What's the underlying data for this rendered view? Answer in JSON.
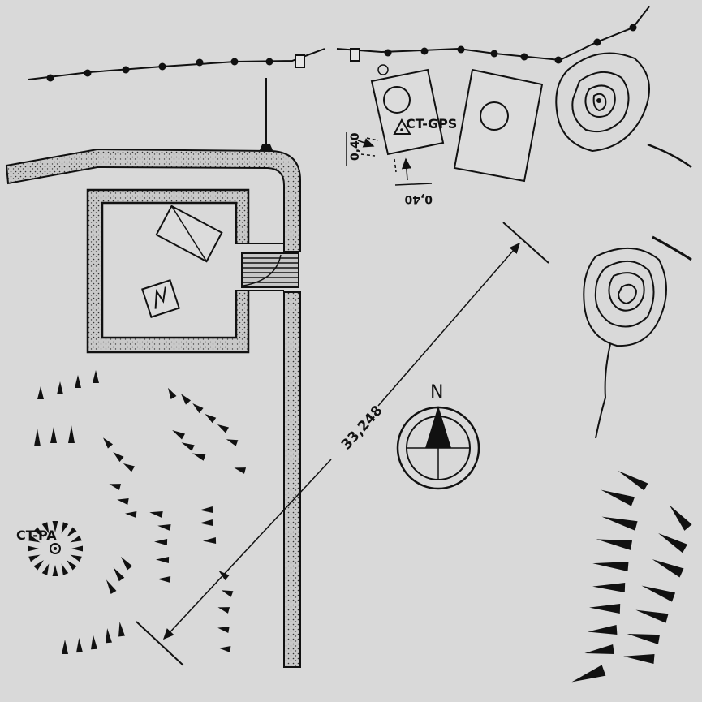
{
  "labels": {
    "station_gps": "CT-GPS",
    "station_pa": "CT-PA",
    "north": "N",
    "distance": "33,248",
    "offset_a": "0,40",
    "offset_b": "0,40"
  },
  "colors": {
    "paper": "#d9d9d9",
    "ink": "#111111",
    "wall_fill": "#b5b5b5"
  },
  "icons": [
    "survey-triangle-icon",
    "north-arrow-icon",
    "benchmark-circle-icon"
  ]
}
